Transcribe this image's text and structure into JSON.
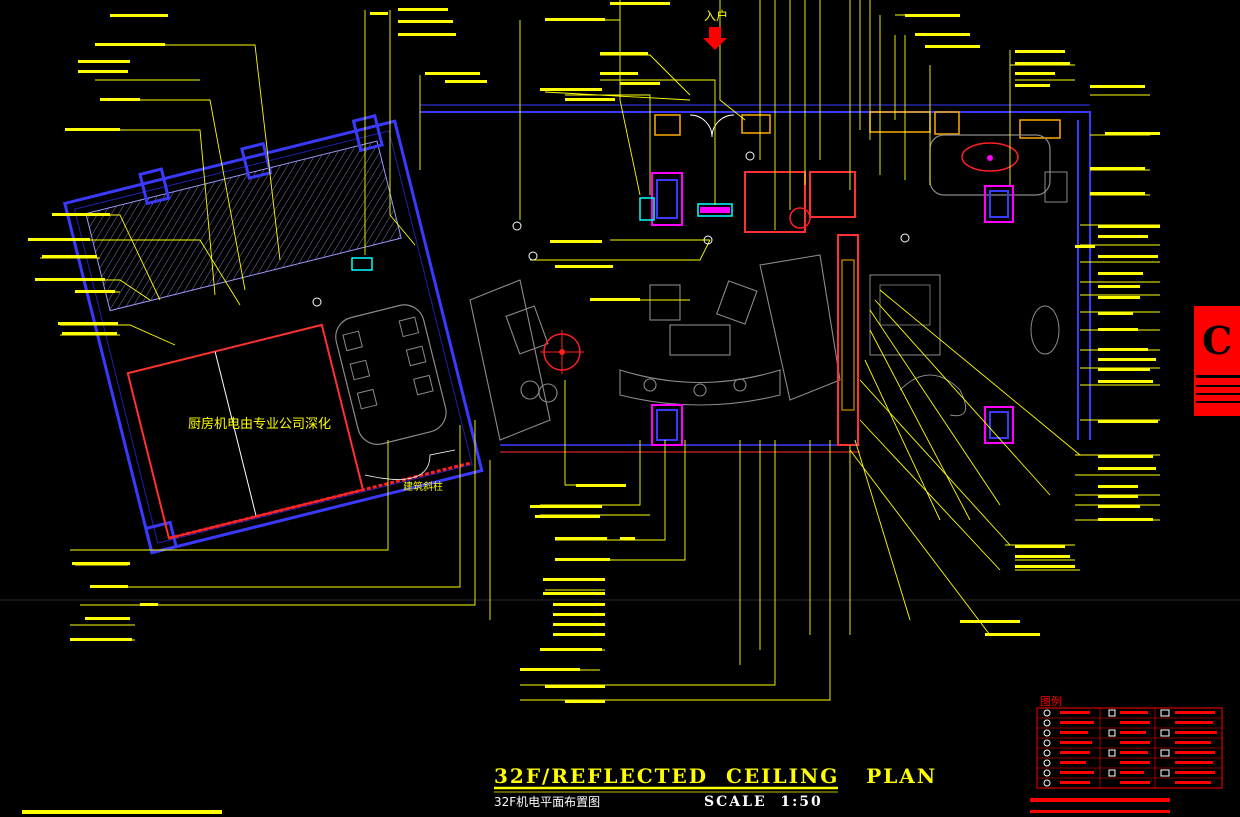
{
  "plan": {
    "title_en": "32F/REFLECTED  CEILING   PLAN",
    "title_cn": "32F机电平面布置图",
    "scale": "SCALE  1:50"
  },
  "labels": {
    "entrance": "入户",
    "kitchen_note": "厨房机电由专业公司深化",
    "column_note": "建筑斜柱",
    "legend_title": "图例",
    "side_tab": "C"
  },
  "colors": {
    "background": "#000000",
    "wall": "#3a3aff",
    "furniture": "#8a8a8a",
    "leader": "#ffff00",
    "accent_red": "#ff0000",
    "magenta": "#ff00ff",
    "cyan": "#00ffff",
    "green": "#00ff00"
  }
}
